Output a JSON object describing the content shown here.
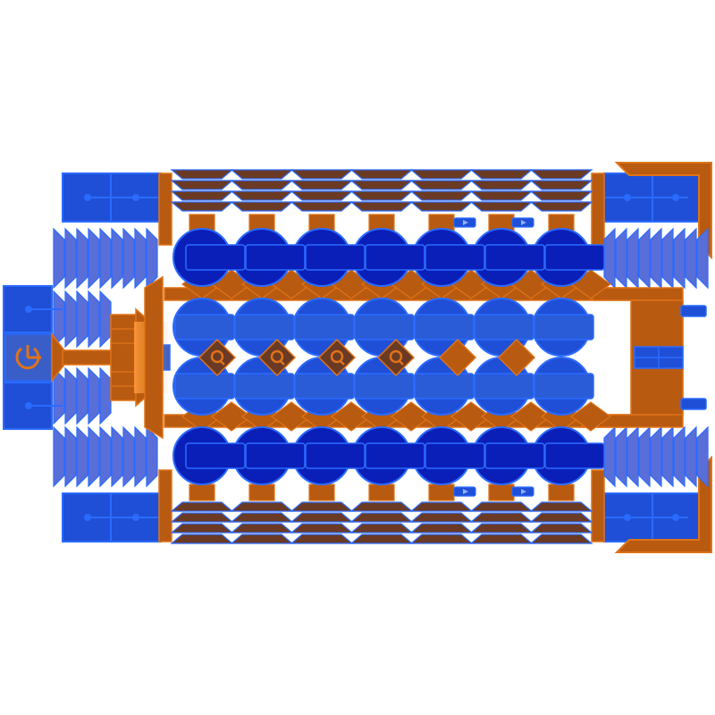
{
  "scene": {
    "kind": "top-down spaceship build view",
    "ship_label": "",
    "colors": {
      "blue_fill": "#1f4fd6",
      "blue_dark": "#0a1fb8",
      "blue_stroke": "#2a6bff",
      "orange_fill": "#b85a10",
      "orange_stroke": "#e07318",
      "brown": "#6a3a24",
      "fin_blue": "#5a6ed8",
      "background": "#ffffff"
    },
    "icons": {
      "power": "power-icon",
      "gear": "gear-icon",
      "play": "play-icon"
    },
    "modules": {
      "engine_banks": 4,
      "thruster_fins_per_bank": 9,
      "turret_columns": 7,
      "cargo_rows": 4,
      "gear_nodes": 4
    }
  }
}
